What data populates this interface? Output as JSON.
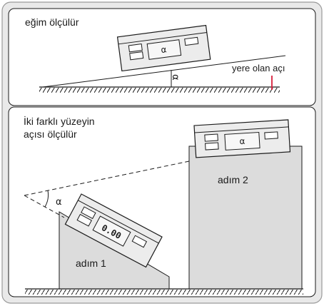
{
  "panel_top": {
    "caption": "eğim ölçülür",
    "device_symbol": "α",
    "angle_symbol": "α",
    "ground_label": "yere olan açı"
  },
  "panel_bottom": {
    "caption_line1": "İki farklı yüzeyin",
    "caption_line2": "açısı ölçülür",
    "device_symbol": "α",
    "display_reading": "0.00",
    "angle_symbol": "α",
    "step1_label": "adım 1",
    "step2_label": "adım 2"
  },
  "colors": {
    "frame_fill": "#e9e9e9",
    "panel_fill": "#ffffff",
    "block_fill": "#dcdcdc",
    "device_fill": "#ececec",
    "stroke": "#1a1a1a",
    "marker_red": "#d81e3a"
  }
}
